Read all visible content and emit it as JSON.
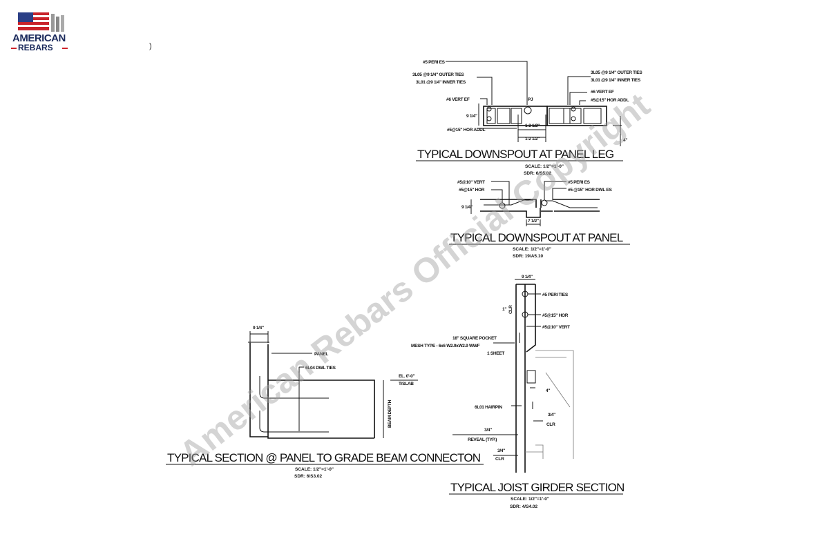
{
  "logo": {
    "line1": "AMERICAN",
    "line2": "REBARS"
  },
  "stray_mark": ")",
  "watermark": "American Rebars Official Copyright",
  "detail1": {
    "title": "TYPICAL DOWNSPOUT AT PANEL LEG",
    "scale": "SCALE: 1/2\"=1'-0\"",
    "sdr": "SDR: 6/S5.02",
    "labels": [
      "#5 PERI ES",
      "3L05 @9 1/4\" OUTER TIES",
      "3L01 @9 1/4\" INNER TIES",
      "#6 VERT EF",
      "PJ",
      "#5@15\" HOR ADDL",
      "3L05 @9 1/4\" OUTER TIES",
      "3L01 @9 1/4\" INNER TIES",
      "#6 VERT EF",
      "#5@15\" HOR ADDL"
    ],
    "dims": [
      "9 1/4\"",
      "1-2 1/2\"",
      "1-2 1/2\"",
      "4\""
    ]
  },
  "detail2": {
    "title": "TYPICAL DOWNSPOUT AT PANEL",
    "scale": "SCALE: 1/2\"=1'-0\"",
    "sdr": "SDR: 19/A5.10",
    "labels": [
      "#5@10\" VERT",
      "#5@15\" HOR",
      "#5 PERI ES",
      "#5 @15\" HOR DWL ES"
    ],
    "dims": [
      "9 1/4\"",
      "7 1/2\""
    ]
  },
  "detail3": {
    "title": "TYPICAL SECTION @ PANEL TO GRADE BEAM CONNECTON",
    "scale": "SCALE: 1/2\"=1'-0\"",
    "sdr": "SDR: 6/S3.02",
    "labels": [
      "PANEL",
      "6L04 DWL TIES",
      "EL. 0'-0\"",
      "T/SLAB",
      "BEAM DEPTH"
    ],
    "dims": [
      "9 1/4\""
    ]
  },
  "detail4": {
    "title": "TYPICAL JOIST GIRDER SECTION",
    "scale": "SCALE: 1/2\"=1'-0\"",
    "sdr": "SDR: 4/S4.02",
    "labels": [
      "#5 PERI TIES",
      "#5@15\" HOR",
      "#5@10\" VERT",
      "18\" SQUARE POCKET",
      "MESH TYPE - 6x6 W2.9xW2.9 WWF",
      "1 SHEET",
      "6L01 HAIRPIN",
      "REVEAL (TYP.)"
    ],
    "dims": [
      "9 1/4\"",
      "1\"",
      "CLR",
      "4\"",
      "3/4\"",
      "CLR",
      "3/4\"",
      "3/4\"",
      "CLR"
    ]
  }
}
